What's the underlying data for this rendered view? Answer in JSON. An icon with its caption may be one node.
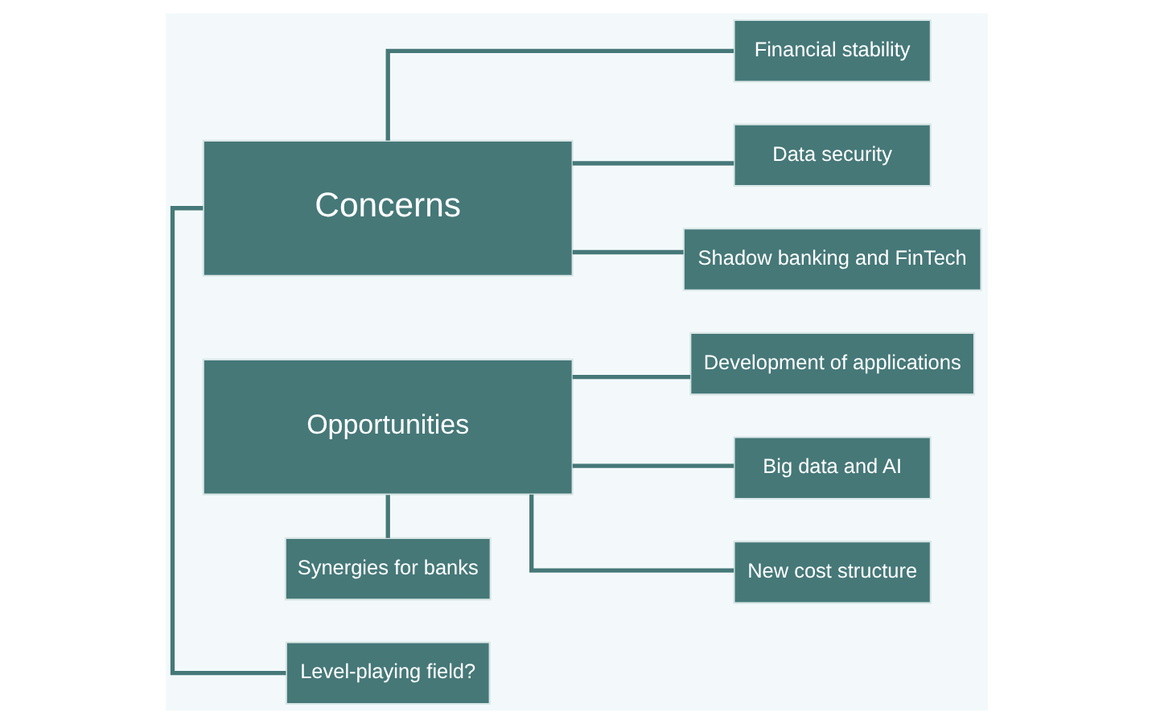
{
  "diagram": {
    "nodes": [
      {
        "text": [
          "Concerns"
        ]
      },
      {
        "text": [
          "Level-playing field?"
        ]
      },
      {
        "text": [
          "Financial stability"
        ]
      },
      {
        "text": [
          "Data security"
        ]
      },
      {
        "text": [
          "Shadow banking and FinTech"
        ]
      },
      {
        "text": [
          "Opportunities"
        ]
      },
      {
        "text": [
          "Synergies for banks"
        ]
      },
      {
        "text": [
          "Development of applications"
        ]
      },
      {
        "text": [
          "Big data and AI"
        ]
      },
      {
        "text": [
          "New cost structure"
        ]
      }
    ],
    "edges": [
      {
        "from": 0,
        "to": 2,
        "arrow": "none"
      },
      {
        "from": 0,
        "to": 3,
        "arrow": "none"
      },
      {
        "from": 0,
        "to": 4,
        "arrow": "none"
      },
      {
        "from": 1,
        "to": 0,
        "arrow": "none"
      },
      {
        "from": 5,
        "to": 7,
        "arrow": "none"
      },
      {
        "from": 5,
        "to": 8,
        "arrow": "none"
      },
      {
        "from": 5,
        "to": 9,
        "arrow": "none"
      },
      {
        "from": 6,
        "to": 5,
        "arrow": "none"
      }
    ]
  }
}
